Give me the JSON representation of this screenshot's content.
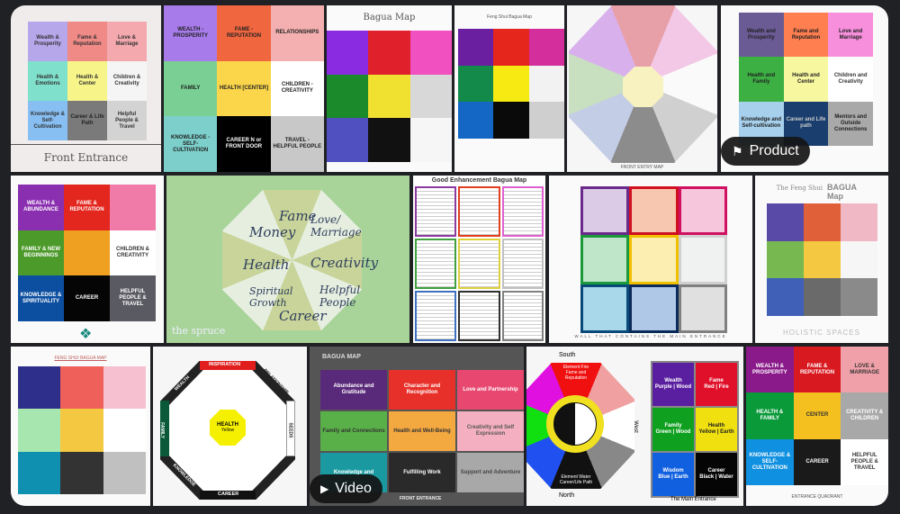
{
  "tiles": [
    {
      "title": "Front Entrance",
      "cells": [
        [
          "Wealth & Prosperity",
          "#b5a7ea",
          "#333"
        ],
        [
          "Fame & Reputation",
          "#f08a86",
          "#333"
        ],
        [
          "Love & Marriage",
          "#f3a9ae",
          "#333"
        ],
        [
          "Health & Emotions",
          "#7fe0cc",
          "#333"
        ],
        [
          "Health & Center",
          "#f7f58a",
          "#333"
        ],
        [
          "Children & Creativity",
          "#f5f5f5",
          "#333"
        ],
        [
          "Knowledge & Self-Cultivation",
          "#88bff3",
          "#333"
        ],
        [
          "Career & Life Path",
          "#7a7a7a",
          "#222"
        ],
        [
          "Helpful People & Travel",
          "#d3d3d3",
          "#333"
        ]
      ]
    },
    {
      "cells": [
        [
          "WEALTH - PROSPERITY",
          "#a77bea",
          "#222"
        ],
        [
          "FAME - REPUTATION",
          "#f0663f",
          "#222"
        ],
        [
          "RELATIONSHIPS",
          "#f4b0b0",
          "#222"
        ],
        [
          "FAMILY",
          "#79cf94",
          "#222"
        ],
        [
          "HEALTH [CENTER]",
          "#fbd64a",
          "#222"
        ],
        [
          "CHILDREN - CREATIVITY",
          "#ffffff",
          "#222"
        ],
        [
          "KNOWLEDGE - SELF-CULTIVATION",
          "#7ccfcb",
          "#222"
        ],
        [
          "CAREER N or FRONT DOOR",
          "#000000",
          "#fff"
        ],
        [
          "TRAVEL - HELPFUL PEOPLE",
          "#c8c8c8",
          "#222"
        ]
      ]
    },
    {
      "title": "Bagua Map",
      "cells": [
        [
          "",
          "#8a2be2",
          ""
        ],
        [
          "",
          "#e0202a",
          ""
        ],
        [
          "",
          "#f050c0",
          ""
        ],
        [
          "",
          "#1a8a2a",
          ""
        ],
        [
          "",
          "#f0e030",
          ""
        ],
        [
          "",
          "#d8d8d8",
          ""
        ],
        [
          "",
          "#5050c0",
          ""
        ],
        [
          "",
          "#111111",
          ""
        ],
        [
          "",
          "#f6f6f6",
          ""
        ]
      ]
    },
    {
      "title": "Feng Shui Bagua Map",
      "cells": [
        [
          "",
          "#6a1fa0",
          ""
        ],
        [
          "",
          "#e4261c",
          ""
        ],
        [
          "",
          "#d42e9c",
          ""
        ],
        [
          "",
          "#138a4a",
          ""
        ],
        [
          "",
          "#f6ea12",
          ""
        ],
        [
          "",
          "#f2f2f2",
          ""
        ],
        [
          "",
          "#1467c4",
          ""
        ],
        [
          "",
          "#0a0a0a",
          ""
        ],
        [
          "",
          "#cfcfcf",
          ""
        ]
      ]
    },
    {
      "caption": "FRONT ENTRY MAP"
    },
    {
      "cells": [
        [
          "Wealth and Prosperity",
          "#6b5b95",
          "#222"
        ],
        [
          "Fame and Reputation",
          "#ff7f50",
          "#222"
        ],
        [
          "Love and Marriage",
          "#f78fdc",
          "#222"
        ],
        [
          "Health and Family",
          "#3cb043",
          "#222"
        ],
        [
          "Health and Center",
          "#f7f7a0",
          "#222"
        ],
        [
          "Children and Creativity",
          "#ffffff",
          "#333"
        ],
        [
          "Knowledge and Self-cultivation",
          "#a6d0ec",
          "#222"
        ],
        [
          "Career and Life path",
          "#1a3f6e",
          "#ccc"
        ],
        [
          "Mentors and Outside Connections",
          "#a9a9a9",
          "#222"
        ]
      ]
    },
    {
      "cells": [
        [
          "WEALTH & ABUNDANCE",
          "#8a2fb0",
          "#fff"
        ],
        [
          "FAME & REPUTATION",
          "#e3261e",
          "#fff"
        ],
        [
          "",
          "#f07aa8",
          "#fff"
        ],
        [
          "FAMILY & NEW BEGINNINGS",
          "#4c9a2a",
          "#fff"
        ],
        [
          "",
          "#f0a020",
          "#fff"
        ],
        [
          "CHILDREN & CREATIVITY",
          "#ffffff",
          "#333"
        ],
        [
          "KNOWLEDGE & SPIRITUALITY",
          "#0c4fa0",
          "#fff"
        ],
        [
          "CAREER",
          "#050505",
          "#fff"
        ],
        [
          "HELPFUL PEOPLE & TRAVEL",
          "#5a5a62",
          "#fff"
        ]
      ]
    },
    {
      "words": [
        "Money",
        "Fame",
        "Love/ Marriage",
        "Health",
        "Creativity",
        "Spiritual Growth",
        "Career",
        "Helpful People"
      ],
      "logo": "the spruce"
    },
    {
      "title": "Good Enhancement Bagua Map",
      "borders": [
        "#8a3aa0",
        "#e04020",
        "#e060d0",
        "#40a040",
        "#e0d040",
        "#c0c0c0",
        "#4070c0",
        "#303030",
        "#808080"
      ]
    },
    {
      "caption": "WALL THAT CONTAINS THE MAIN ENTRANCE",
      "cells": [
        [
          "",
          "#dccbe6",
          "#6a2a8a"
        ],
        [
          "",
          "#f7c7b0",
          "#d01020"
        ],
        [
          "",
          "#f6c6dc",
          "#d01060"
        ],
        [
          "",
          "#bfe6c8",
          "#1a9a3a"
        ],
        [
          "",
          "#fbeeb0",
          "#f0c000"
        ],
        [
          "",
          "#f0f2f2",
          "#d0d0d0"
        ],
        [
          "",
          "#a8d8ea",
          "#0a4a7a"
        ],
        [
          "",
          "#b0c8e8",
          "#0a2a5a"
        ],
        [
          "",
          "#e0e0e0",
          "#808080"
        ]
      ]
    },
    {
      "title": "The Feng Shui",
      "title2": "BAGUA Map",
      "footer": "HOLISTIC SPACES",
      "cells": [
        [
          "",
          "#5a4aa8",
          ""
        ],
        [
          "",
          "#e0603a",
          ""
        ],
        [
          "",
          "#f0b8c4",
          ""
        ],
        [
          "",
          "#78b850",
          ""
        ],
        [
          "",
          "#f4c840",
          ""
        ],
        [
          "",
          "#f6f6f6",
          ""
        ],
        [
          "",
          "#4060b8",
          ""
        ],
        [
          "",
          "#6a6a6a",
          ""
        ],
        [
          "",
          "#8a8a8a",
          ""
        ]
      ]
    },
    {
      "title": "FENG SHUI BAGUA MAP",
      "cells": [
        [
          "",
          "#2e2f8a",
          ""
        ],
        [
          "",
          "#f0605a",
          ""
        ],
        [
          "",
          "#f6c0d0",
          ""
        ],
        [
          "",
          "#a8e6b0",
          ""
        ],
        [
          "",
          "#f4c840",
          ""
        ],
        [
          "",
          "#ffffff",
          ""
        ],
        [
          "",
          "#1090b0",
          ""
        ],
        [
          "",
          "#333333",
          ""
        ],
        [
          "",
          "#c0c0c0",
          ""
        ]
      ]
    },
    {
      "labels": [
        "INSPIRATION",
        "RELATIONSHIP",
        "SEEDS",
        "BENEFACTORS",
        "CAREER",
        "KNOWLEDGE",
        "FAMILY",
        "WEALTH"
      ],
      "center": "HEALTH",
      "center_sub": "Yellow"
    },
    {
      "title": "BAGUA MAP",
      "caption": "FRONT ENTRANCE",
      "cells": [
        [
          "Abundance and Gratitude",
          "#5a2a7a",
          "#fff"
        ],
        [
          "Character and Recognition",
          "#e8302a",
          "#fff"
        ],
        [
          "Love and Partnership",
          "#e84870",
          "#fff"
        ],
        [
          "Family and Connections",
          "#5ab048",
          "#333"
        ],
        [
          "Health and Well-Being",
          "#f4a840",
          "#333"
        ],
        [
          "Creativity and Self Expression",
          "#f4b0c0",
          "#555"
        ],
        [
          "Knowledge and",
          "#1a9aa0",
          "#fff"
        ],
        [
          "Fulfilling Work",
          "#2a2a2a",
          "#fff"
        ],
        [
          "Support and Adventure",
          "#a8a8a8",
          "#444"
        ]
      ]
    },
    {
      "south": "South",
      "north": "North",
      "west": "West",
      "fire": "Element Fire Fame and Reputation",
      "water": "Element Water Career/Life Path",
      "caption": "The Main Entrance",
      "legend": [
        [
          "Wealth",
          "Purple | Wood",
          "#5a1fa0"
        ],
        [
          "Fame",
          "Red | Fire",
          "#e0102a"
        ],
        [
          "Family",
          "Green | Wood",
          "#10a020"
        ],
        [
          "Health",
          "Yellow | Earth",
          "#f0e010"
        ],
        [
          "Wisdom",
          "Blue | Earth",
          "#1060e0"
        ],
        [
          "Career",
          "Black | Water",
          "#050505"
        ]
      ]
    },
    {
      "caption": "ENTRANCE QUADRANT",
      "cells": [
        [
          "WEALTH & PROSPERITY",
          "#8a1a8a",
          "#fff"
        ],
        [
          "FAME & REPUTATION",
          "#d81a20",
          "#fff"
        ],
        [
          "LOVE & MARRIAGE",
          "#f0a0a8",
          "#333"
        ],
        [
          "HEALTH & FAMILY",
          "#0a9a3a",
          "#fff"
        ],
        [
          "CENTER",
          "#f4c020",
          "#333"
        ],
        [
          "CREATIVITY & CHILDREN",
          "#a8a8a8",
          "#fff"
        ],
        [
          "KNOWLEDGE & SELF-CULTIVATION",
          "#1090e0",
          "#fff"
        ],
        [
          "CAREER",
          "#1a1a1a",
          "#fff"
        ],
        [
          "HELPFUL PEOPLE & TRAVEL",
          "#ffffff",
          "#333"
        ]
      ]
    }
  ],
  "badges": {
    "product": "Product",
    "video": "Video"
  },
  "icons": {
    "product": "tag-icon",
    "video": "play-icon"
  }
}
